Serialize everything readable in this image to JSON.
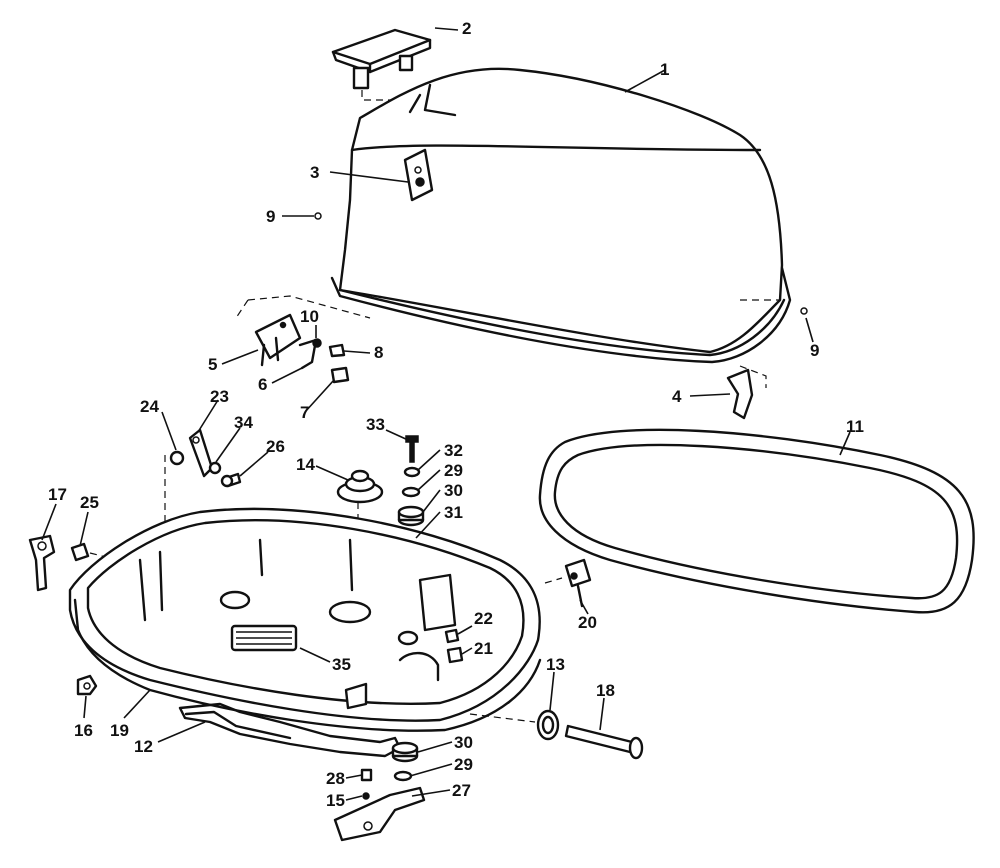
{
  "callouts": {
    "c1": "1",
    "c2": "2",
    "c3": "3",
    "c4": "4",
    "c5": "5",
    "c6": "6",
    "c7": "7",
    "c8": "8",
    "c9a": "9",
    "c9b": "9",
    "c10": "10",
    "c11": "11",
    "c12": "12",
    "c13": "13",
    "c14": "14",
    "c15": "15",
    "c16": "16",
    "c17": "17",
    "c18": "18",
    "c19": "19",
    "c20": "20",
    "c21": "21",
    "c22": "22",
    "c23": "23",
    "c24": "24",
    "c25": "25",
    "c26": "26",
    "c27": "27",
    "c28": "28",
    "c29a": "29",
    "c29b": "29",
    "c30a": "30",
    "c30b": "30",
    "c31": "31",
    "c32": "32",
    "c33": "33",
    "c34": "34",
    "c35": "35"
  }
}
